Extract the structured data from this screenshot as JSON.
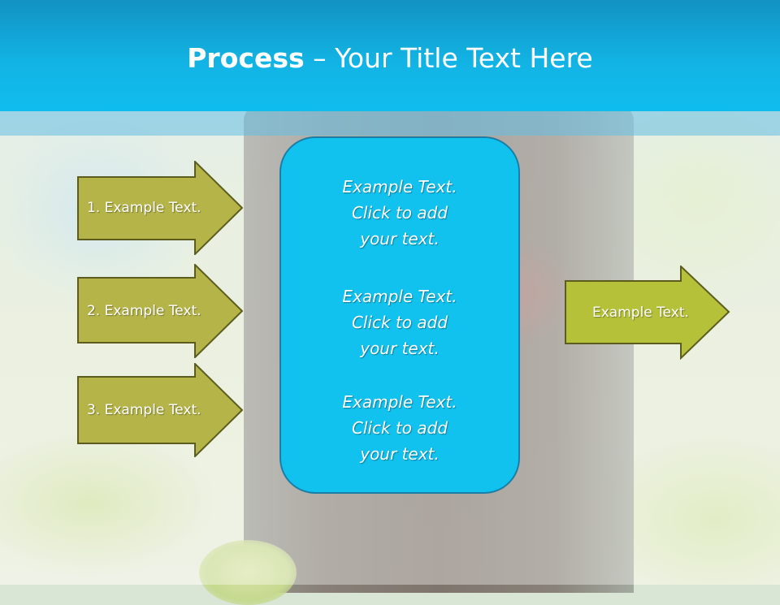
{
  "slide": {
    "title_bold": "Process",
    "title_rest": " – Your Title Text Here"
  },
  "left_arrows": [
    {
      "label": "1. Example Text."
    },
    {
      "label": "2. Example Text."
    },
    {
      "label": "3. Example Text."
    }
  ],
  "center_box": {
    "blocks": [
      {
        "lines": [
          "Example Text.",
          "Click  to add",
          "your text."
        ]
      },
      {
        "lines": [
          "Example Text.",
          "Click  to add",
          "your text."
        ]
      },
      {
        "lines": [
          "Example Text.",
          "Click  to add",
          "your text."
        ]
      }
    ]
  },
  "right_arrow": {
    "label": "Example Text."
  },
  "colors": {
    "title_band": "#12b3e4",
    "center_box_fill": "#11c1ee",
    "left_arrow_fill": "#b5b449",
    "right_arrow_fill": "#b6c13a",
    "arrow_border": "#5c5c1e"
  }
}
